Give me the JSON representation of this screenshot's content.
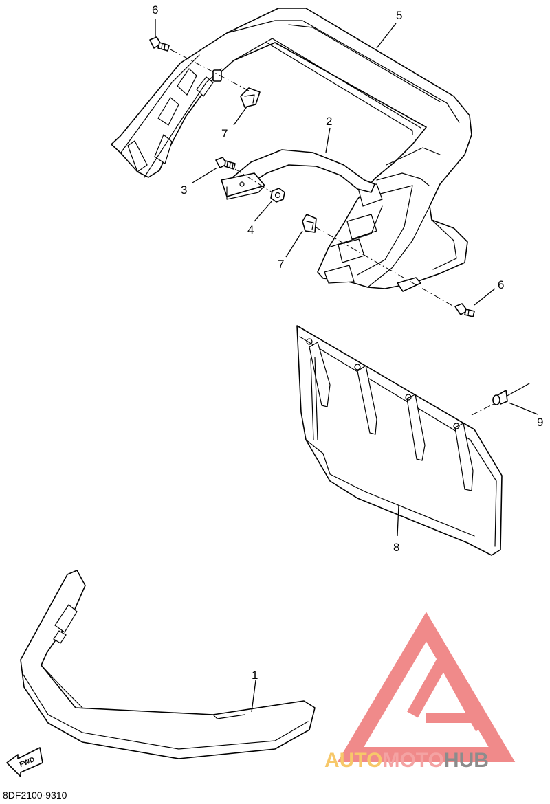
{
  "diagram": {
    "callouts": {
      "c1": "1",
      "c2": "2",
      "c3": "3",
      "c4": "4",
      "c5": "5",
      "c6a": "6",
      "c6b": "6",
      "c7a": "7",
      "c7b": "7",
      "c8": "8",
      "c9": "9"
    },
    "fwd_label": "FWD",
    "diagram_code": "8DF2100-9310"
  },
  "watermark": {
    "part1": "AUTO",
    "part2": "MOTO",
    "part3": "HUB",
    "colors": {
      "auto": "#f7c86a",
      "moto": "#f4a3a3",
      "hub": "#8c8c8c",
      "logo": "#f08a8a"
    }
  }
}
